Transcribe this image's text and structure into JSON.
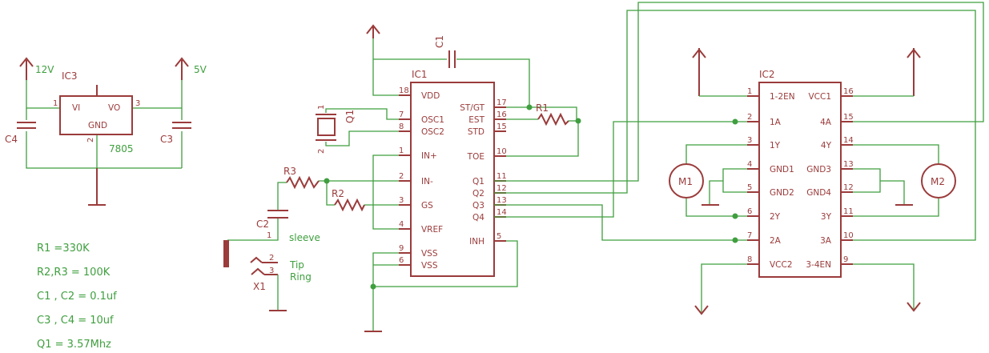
{
  "regulator": {
    "ref": "IC3",
    "part": "7805",
    "in_label": "12V",
    "out_label": "5V",
    "pin_vi": "VI",
    "pin_vo": "VO",
    "pin_gnd": "GND",
    "pin1": "1",
    "pin2": "2",
    "pin3": "3",
    "cap_in": "C4",
    "cap_out": "C3"
  },
  "ic1": {
    "ref": "IC1",
    "left_pins": [
      {
        "num": "18",
        "name": "VDD"
      },
      {
        "num": "7",
        "name": "OSC1"
      },
      {
        "num": "8",
        "name": "OSC2"
      },
      {
        "num": "1",
        "name": "IN+"
      },
      {
        "num": "2",
        "name": "IN-"
      },
      {
        "num": "3",
        "name": "GS"
      },
      {
        "num": "4",
        "name": "VREF"
      },
      {
        "num": "9",
        "name": "VSS"
      },
      {
        "num": "6",
        "name": "VSS"
      }
    ],
    "right_pins": [
      {
        "num": "17",
        "name": "ST/GT"
      },
      {
        "num": "16",
        "name": "EST"
      },
      {
        "num": "15",
        "name": "STD"
      },
      {
        "num": "10",
        "name": "TOE"
      },
      {
        "num": "11",
        "name": "Q1"
      },
      {
        "num": "12",
        "name": "Q2"
      },
      {
        "num": "13",
        "name": "Q3"
      },
      {
        "num": "14",
        "name": "Q4"
      },
      {
        "num": "5",
        "name": "INH"
      }
    ]
  },
  "ic2": {
    "ref": "IC2",
    "left_pins": [
      {
        "num": "1",
        "name": "1-2EN"
      },
      {
        "num": "2",
        "name": "1A"
      },
      {
        "num": "3",
        "name": "1Y"
      },
      {
        "num": "4",
        "name": "GND1"
      },
      {
        "num": "5",
        "name": "GND2"
      },
      {
        "num": "6",
        "name": "2Y"
      },
      {
        "num": "7",
        "name": "2A"
      },
      {
        "num": "8",
        "name": "VCC2"
      }
    ],
    "right_pins": [
      {
        "num": "16",
        "name": "VCC1"
      },
      {
        "num": "15",
        "name": "4A"
      },
      {
        "num": "14",
        "name": "4Y"
      },
      {
        "num": "13",
        "name": "GND3"
      },
      {
        "num": "12",
        "name": "GND4"
      },
      {
        "num": "11",
        "name": "3Y"
      },
      {
        "num": "10",
        "name": "3A"
      },
      {
        "num": "9",
        "name": "3-4EN"
      }
    ]
  },
  "parts": {
    "c1": "C1",
    "c2": "C2",
    "r1": "R1",
    "r2": "R2",
    "r3": "R3",
    "q1": "Q1",
    "q1_pin1": "1",
    "q1_pin2": "2",
    "m1": "M1",
    "m2": "M2",
    "x1": "X1"
  },
  "jack": {
    "pin1": "1",
    "pin2": "2",
    "pin3": "3",
    "sleeve": "sleeve",
    "tip": "Tip",
    "ring": "Ring"
  },
  "notes": [
    "R1 =330K",
    "R2,R3 = 100K",
    "C1 , C2 = 0.1uf",
    "C3 , C4 = 10uf",
    "Q1 = 3.57Mhz"
  ],
  "colors": {
    "wire": "#3f9f3f",
    "symbol": "#9b3b3b",
    "background": "#ffffff"
  }
}
